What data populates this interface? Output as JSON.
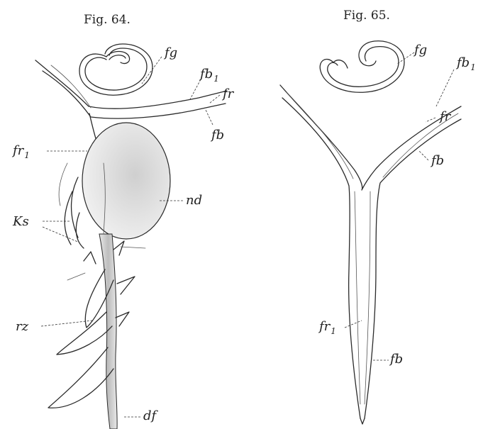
{
  "figures": [
    {
      "title": "Fig. 64.",
      "labels": {
        "fg": "fg",
        "fb1": "fb",
        "fb1_sub": "1",
        "fr": "fr",
        "fr1": "fr",
        "fr1_sub": "1",
        "fb": "fb",
        "nd": "nd",
        "ks": "Ks",
        "rz": "rz",
        "df": "df"
      }
    },
    {
      "title": "Fig. 65.",
      "labels": {
        "fg": "fg",
        "fb1": "fb",
        "fb1_sub": "1",
        "fr": "fr",
        "fb": "fb",
        "fr1": "fr",
        "fr1_sub": "1",
        "fb_lower": "fb"
      }
    }
  ],
  "colors": {
    "ink": "#2a2a2a",
    "shade": "#d9d9d9",
    "background": "#ffffff"
  }
}
